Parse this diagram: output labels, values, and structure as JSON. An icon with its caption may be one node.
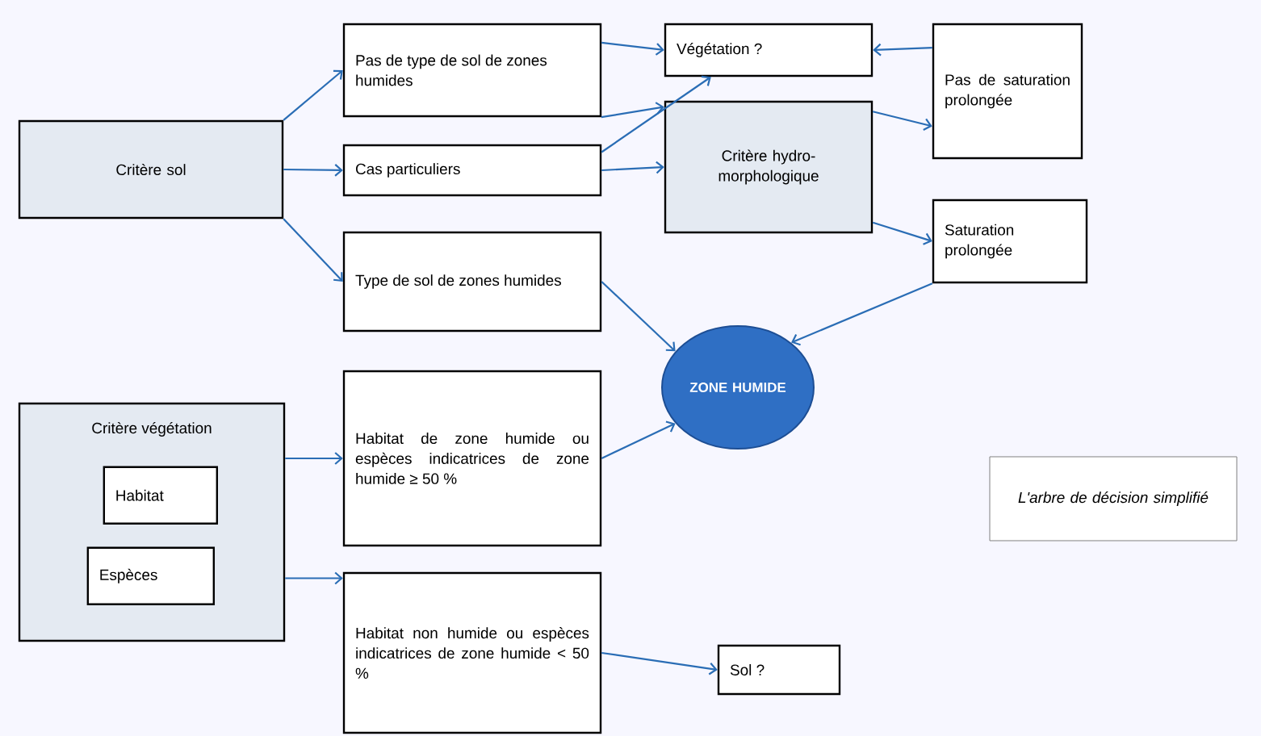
{
  "diagram": {
    "nodes": [
      {
        "text": [
          "Critère sol"
        ]
      },
      {
        "text": [
          "Pas de type de sol de zones humides"
        ]
      },
      {
        "text": [
          "Cas particuliers"
        ]
      },
      {
        "text": [
          "Type de sol de zones humides"
        ]
      },
      {
        "text": [
          "Végétation ?"
        ]
      },
      {
        "text": [
          "Critère hydro-morphologique"
        ]
      },
      {
        "text": [
          "Pas de saturation prolongée"
        ]
      },
      {
        "text": [
          "Saturation prolongée"
        ]
      },
      {
        "text": [
          "ZONE HUMIDE"
        ]
      },
      {
        "text": [
          "Critère végétation"
        ]
      },
      {
        "text": [
          "Habitat"
        ],
        "in": 9
      },
      {
        "text": [
          "Espèces"
        ],
        "in": 9
      },
      {
        "text": [
          "Habitat de zone humide ou espèces indicatrices de zone humide ≥ 50 %"
        ]
      },
      {
        "text": [
          "Habitat non humide ou espèces indicatrices de zone humide < 50 %"
        ]
      },
      {
        "text": [
          "Sol ?"
        ]
      },
      {
        "text": [
          "L'arbre de décision simplifié"
        ]
      }
    ],
    "edges": [
      {
        "from": 0,
        "to": 1,
        "arrow": "to"
      },
      {
        "from": 0,
        "to": 2,
        "arrow": "to"
      },
      {
        "from": 0,
        "to": 3,
        "arrow": "to"
      },
      {
        "from": 1,
        "to": 4,
        "arrow": "to"
      },
      {
        "from": 1,
        "to": 5,
        "arrow": "to"
      },
      {
        "from": 2,
        "to": 4,
        "arrow": "to"
      },
      {
        "from": 2,
        "to": 5,
        "arrow": "to"
      },
      {
        "from": 5,
        "to": 6,
        "arrow": "to"
      },
      {
        "from": 6,
        "to": 4,
        "arrow": "to"
      },
      {
        "from": 5,
        "to": 7,
        "arrow": "to"
      },
      {
        "from": 3,
        "to": 8,
        "arrow": "to"
      },
      {
        "from": 7,
        "to": 8,
        "arrow": "to"
      },
      {
        "from": 9,
        "to": 12,
        "arrow": "to"
      },
      {
        "from": 9,
        "to": 13,
        "arrow": "to"
      },
      {
        "from": 12,
        "to": 8,
        "arrow": "to"
      },
      {
        "from": 13,
        "to": 14,
        "arrow": "to"
      }
    ]
  }
}
